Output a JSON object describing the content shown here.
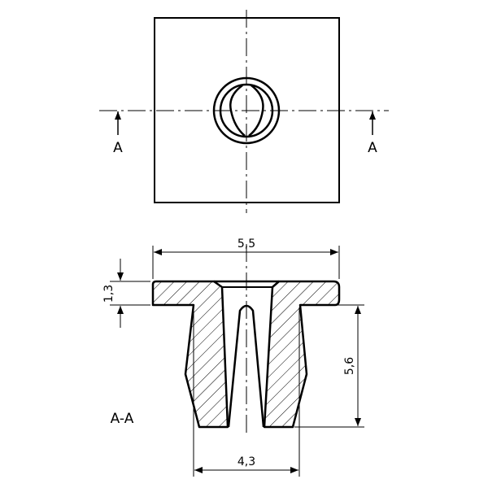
{
  "top_view": {
    "section_label_left": "A",
    "section_label_right": "A"
  },
  "section_view": {
    "title": "A-A",
    "dimensions": {
      "width_top": "5,5",
      "flange_height": "1,3",
      "body_height": "5,6",
      "body_width": "4,3"
    }
  },
  "colors": {
    "line": "#000000",
    "background": "#ffffff"
  }
}
